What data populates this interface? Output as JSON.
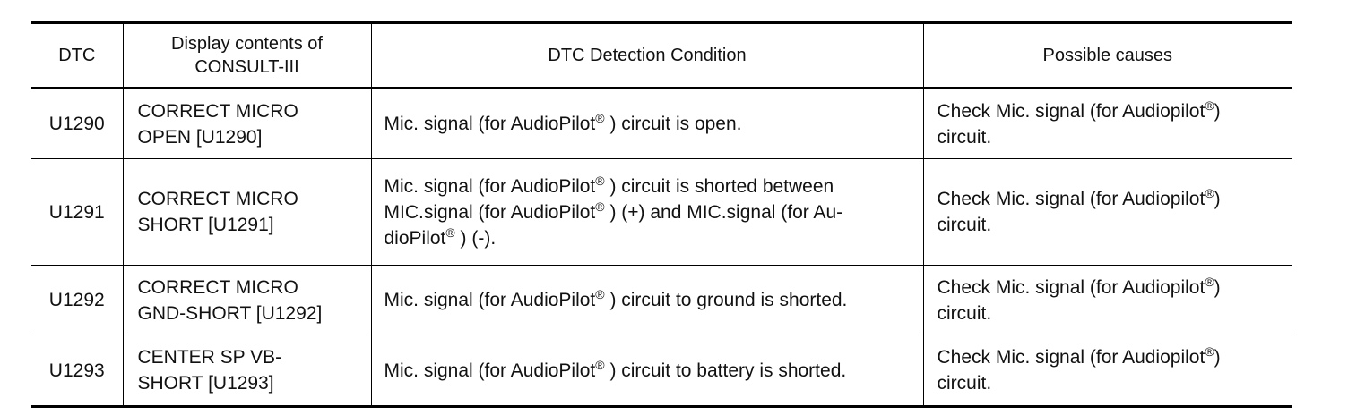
{
  "table": {
    "headers": {
      "dtc": "DTC",
      "display_line1": "Display contents of",
      "display_line2": "CONSULT-III",
      "condition": "DTC Detection Condition",
      "causes": "Possible causes"
    },
    "reg_mark": "®",
    "rows": [
      {
        "code": "U1290",
        "name_line1": "CORRECT MICRO",
        "name_line2": "OPEN [U1290]",
        "condition_a": "Mic. signal (for AudioPilot",
        "condition_b": " ) circuit is open.",
        "cause_a": "Check Mic. signal (for Audiopilot",
        "cause_b": ")",
        "cause_c": "circuit."
      },
      {
        "code": "U1291",
        "name_line1": "CORRECT MICRO",
        "name_line2": "SHORT [U1291]",
        "condition_a": "Mic. signal (for AudioPilot",
        "condition_b": " ) circuit is shorted between",
        "condition_c": "MIC.signal  (for AudioPilot",
        "condition_d": " )  (+) and MIC.signal  (for Au-",
        "condition_e": "dioPilot",
        "condition_f": " ) (-).",
        "cause_a": "Check Mic. signal (for Audiopilot",
        "cause_b": ")",
        "cause_c": "circuit."
      },
      {
        "code": "U1292",
        "name_line1": "CORRECT MICRO",
        "name_line2": "GND-SHORT [U1292]",
        "condition_a": "Mic. signal (for AudioPilot",
        "condition_b": " ) circuit to ground is shorted.",
        "cause_a": "Check Mic. signal (for Audiopilot",
        "cause_b": ")",
        "cause_c": "circuit."
      },
      {
        "code": "U1293",
        "name_line1": "CENTER SP VB-",
        "name_line2": "SHORT [U1293]",
        "condition_a": "Mic. signal (for AudioPilot",
        "condition_b": " ) circuit to battery is shorted.",
        "cause_a": "Check Mic. signal (for Audiopilot",
        "cause_b": ")",
        "cause_c": "circuit."
      }
    ]
  }
}
